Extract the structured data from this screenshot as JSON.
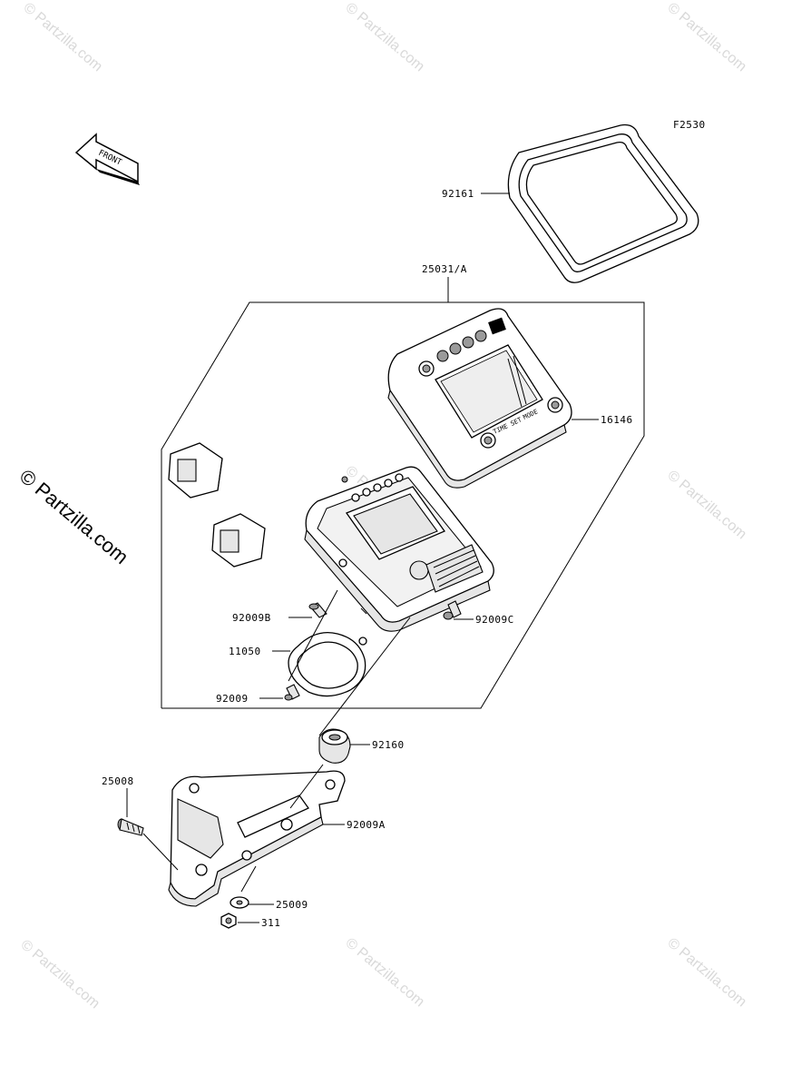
{
  "diagram": {
    "figure_code": "F2530",
    "front_label": "FRONT",
    "watermark_text": "© Partzilla.com",
    "callouts": [
      {
        "id": "92161",
        "label": "92161"
      },
      {
        "id": "25031",
        "label": "25031/A"
      },
      {
        "id": "16146",
        "label": "16146"
      },
      {
        "id": "92009B",
        "label": "92009B"
      },
      {
        "id": "92009C",
        "label": "92009C"
      },
      {
        "id": "11050",
        "label": "11050"
      },
      {
        "id": "92009",
        "label": "92009"
      },
      {
        "id": "92160",
        "label": "92160"
      },
      {
        "id": "92009A",
        "label": "92009A"
      },
      {
        "id": "25008",
        "label": "25008"
      },
      {
        "id": "25009",
        "label": "25009"
      },
      {
        "id": "311",
        "label": "311"
      }
    ],
    "meter_buttons": {
      "time_set": "TIME SET",
      "mode": "MODE"
    }
  }
}
